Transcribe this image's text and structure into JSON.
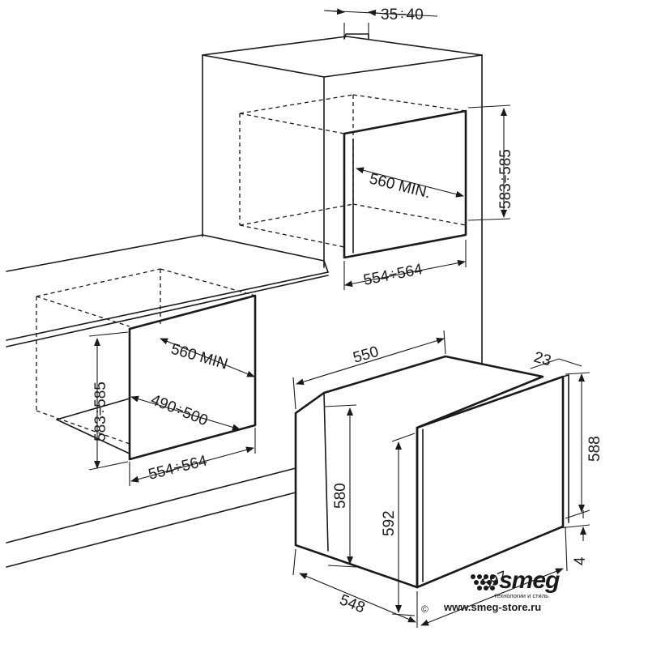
{
  "labels": {
    "top_overhang": "35÷40",
    "column_height": "583÷585",
    "column_depth": "560 MIN.",
    "column_width": "554÷564",
    "under_height": "583÷585",
    "under_depth": "560 MIN",
    "under_inner": "490÷500",
    "under_width": "554÷564",
    "oven_depth": "550",
    "oven_front": "23",
    "oven_body_height": "580",
    "oven_door_height": "592",
    "oven_total_height": "588",
    "oven_gap": "4",
    "oven_width": "548",
    "oven_door_width": "597"
  },
  "brand": {
    "logo": "smeg",
    "tagline": "технологии и стиль",
    "copyright": "©",
    "url": "www.smeg-store.ru"
  },
  "colors": {
    "ink": "#1a1a1a",
    "background": "#ffffff"
  }
}
